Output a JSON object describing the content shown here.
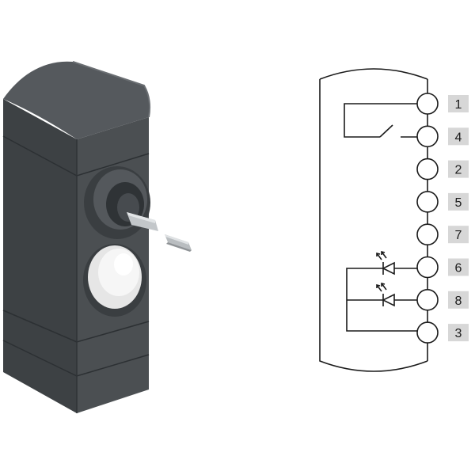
{
  "device": {
    "body_color": "#4b4f52",
    "body_shadow_color": "#33373a",
    "body_highlight_color": "#5e6266",
    "button_color": "#f1f1f1",
    "key_color": "#b9bdc0",
    "icons": [
      "actuator-key-icon",
      "illuminated-pushbutton-icon",
      "key-switch-icon"
    ]
  },
  "schematic": {
    "line_color": "#1a1a1a",
    "label_box_color": "#d7d7d7",
    "pins": [
      {
        "label": "1"
      },
      {
        "label": "4"
      },
      {
        "label": "2"
      },
      {
        "label": "5"
      },
      {
        "label": "7"
      },
      {
        "label": "6"
      },
      {
        "label": "8"
      },
      {
        "label": "3"
      }
    ],
    "symbols": [
      "switch-contact-icon",
      "led-diode-icon",
      "led-diode-icon"
    ]
  }
}
